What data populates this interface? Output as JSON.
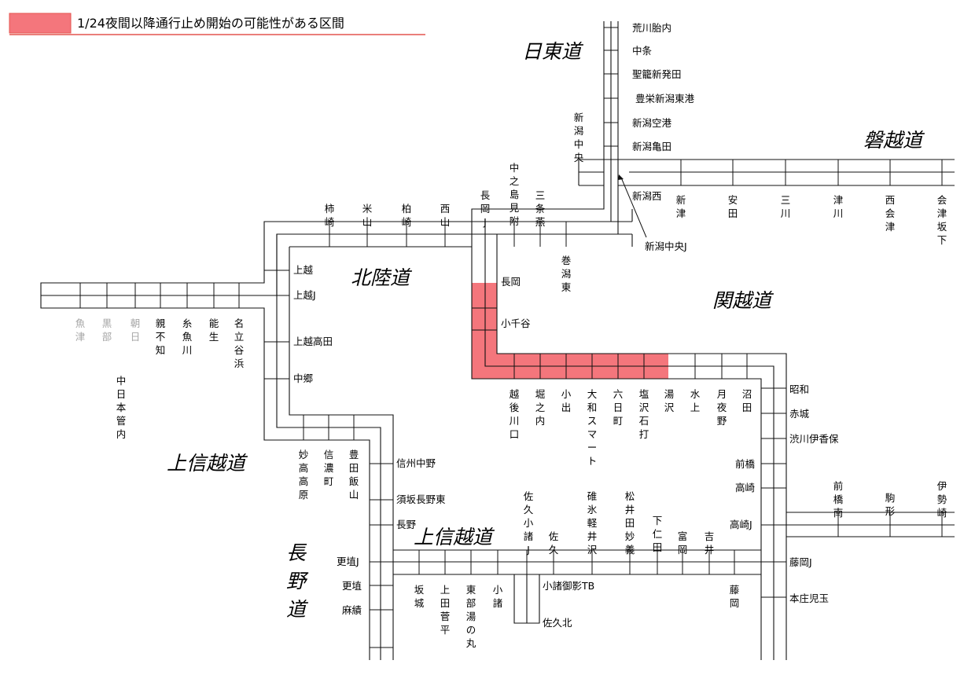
{
  "legend": {
    "label": "1/24夜間以降通行止め開始の可能性がある区間",
    "swatch_color": "#f4767c",
    "underline_color": "#e4554f"
  },
  "colors": {
    "closure": "#f4767c",
    "line": "#111111",
    "inactive_station": "#a6a6a6"
  },
  "highways": {
    "nittou": "日東道",
    "bandai": "磐越道",
    "hokuriku": "北陸道",
    "kanetsu": "関越道",
    "joshinetsu_west": "上信越道",
    "joshinetsu_east": "上信越道",
    "nagano": "長野道"
  },
  "stations": {
    "arakawa_tainai": "荒川胎内",
    "nakajo": "中条",
    "seiro_shibata": "聖籠新発田",
    "toyosaka": "豊栄新潟東港",
    "niigata_airport": "新潟空港",
    "niigata_kameda": "新潟亀田",
    "niigata_chuo": "新潟中央",
    "niigata_nishi": "新潟西",
    "niigata_chuo_j": "新潟中央J",
    "niitsu": "新津",
    "yasuda": "安田",
    "mikawa": "三川",
    "tsugawa": "津川",
    "nishi_aizu": "西会津",
    "aizu_bange": "会津坂下",
    "kakizaki": "柿崎",
    "yoneyama": "米山",
    "kashiwazaki": "柏崎",
    "nishiyama": "西山",
    "nagaoka_j": "長岡J",
    "nakanoshima": "中之島見附",
    "sanjo": "三条燕",
    "maki": "巻潟東",
    "joetsu": "上越",
    "joetsu_j": "上越J",
    "joetsu_takada": "上越高田",
    "nakago": "中郷",
    "uozu": "魚津",
    "kurobe": "黒部",
    "asahi": "朝日",
    "oyashirazu": "親不知",
    "itoigawa": "糸魚川",
    "nou": "能生",
    "nadachi": "名立谷浜",
    "chubu_kanshu": "中日本管内",
    "nagaoka": "長岡",
    "ojiya": "小千谷",
    "echigo_kawaguchi": "越後川口",
    "horinouchi": "堀之内",
    "koide": "小出",
    "yamato_smart": "大和スマート",
    "muikamachi": "六日町",
    "shiozawa": "塩沢石打",
    "yuzawa": "湯沢",
    "minakami": "水上",
    "tsukiyono": "月夜野",
    "numata": "沼田",
    "showa": "昭和",
    "akagi": "赤城",
    "shibukawa": "渋川伊香保",
    "maebashi": "前橋",
    "takasaki": "高崎",
    "takasaki_j": "高崎J",
    "fujioka_j": "藤岡J",
    "honjo": "本庄児玉",
    "maebashi_minami": "前橋南",
    "komagata": "駒形",
    "isesaki": "伊勢崎",
    "myoko": "妙高高原",
    "shinanomachi": "信濃町",
    "toyota_iiyama": "豊田飯山",
    "shinshu_nakano": "信州中野",
    "suzaka": "須坂長野東",
    "nagano": "長野",
    "koshoku_j": "更埴J",
    "koshoku": "更埴",
    "omi": "麻績",
    "sakaki": "坂城",
    "ueda": "上田菅平",
    "tomi": "東部湯の丸",
    "komoro": "小諸",
    "saku_komoro_j": "佐久小諸J",
    "saku": "佐久",
    "usui": "碓氷軽井沢",
    "matsuida": "松井田妙義",
    "shimonita": "下仁田",
    "tomioka": "富岡",
    "yoshii": "吉井",
    "fujioka": "藤岡",
    "komoro_tb": "小諸御影TB",
    "saku_kita": "佐久北"
  }
}
